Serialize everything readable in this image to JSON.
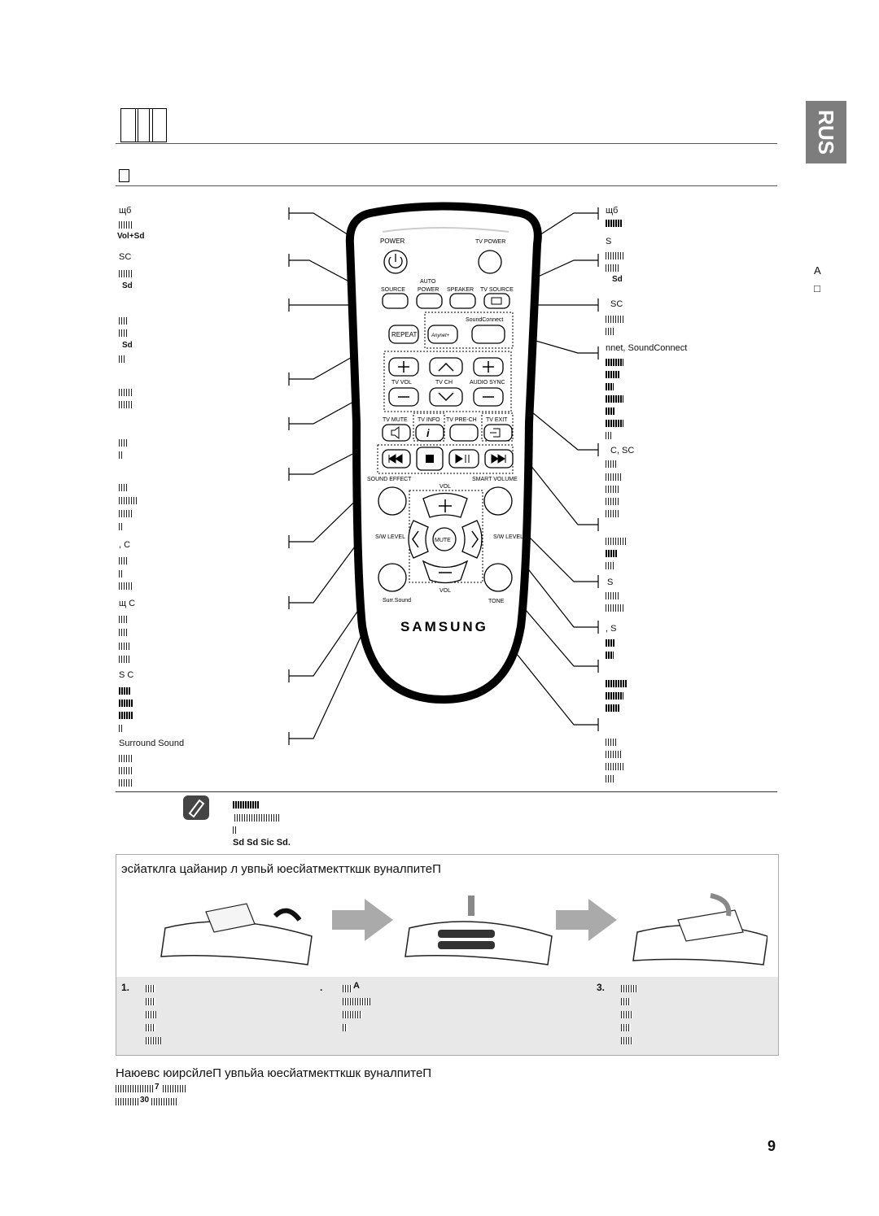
{
  "side_tab": "RUS",
  "page_number": "9",
  "side_glyphs": {
    "a": "A",
    "b": "□"
  },
  "left_labels": {
    "l1": "щб",
    "l2": "Vol+Sd",
    "l3": "SC",
    "l4": "Sd",
    "l5": "Sd",
    "l6": ", C",
    "l7": "щ C",
    "l8": "S C",
    "l9": "Surround Sound"
  },
  "right_labels": {
    "r1": "щб",
    "r2": "S",
    "r3": "Sd",
    "r4": "SC",
    "r5": "nnet, SoundConnect",
    "r6": "C,  SC",
    "r7": "S",
    "r8": ", S"
  },
  "remote": {
    "power": "POWER",
    "tv_power": "TV POWER",
    "auto": "AUTO",
    "source": "SOURCE",
    "auto_power": "POWER",
    "speaker": "SPEAKER",
    "tv_source": "TV SOURCE",
    "soundconnect": "SoundConnect",
    "repeat": "REPEAT",
    "anynet": "Anynet+",
    "tv_vol": "TV VOL",
    "tv_ch": "TV CH",
    "audio_sync": "AUDIO SYNC",
    "tv_mute": "TV MUTE",
    "tv_info": "TV INFO",
    "tv_prech": "TV PRE-CH",
    "tv_exit": "TV EXIT",
    "sound_effect": "SOUND EFFECT",
    "smart_volume": "SMART VOLUME",
    "vol_top": "VOL",
    "sw_level_l": "S/W LEVEL",
    "sw_level_r": "S/W LEVEL",
    "mute": "MUTE",
    "vol_bottom": "VOL",
    "surr_sound": "Surr.Sound",
    "tone": "TONE",
    "brand": "SAMSUNG"
  },
  "note_text": "Sd Sd Sic Sd.",
  "battery": {
    "heading": "эсйатклга цайанир л увпьй юесйатмектткшк вуналпитеП",
    "step1": "1.",
    "step2": ".",
    "step3": "3.",
    "step2_mark": "A"
  },
  "range": {
    "heading": "Наюевс юирсйлеП увпьйа юесйатмектткшк вуналпитеП",
    "num1": "7",
    "num2": "30"
  }
}
